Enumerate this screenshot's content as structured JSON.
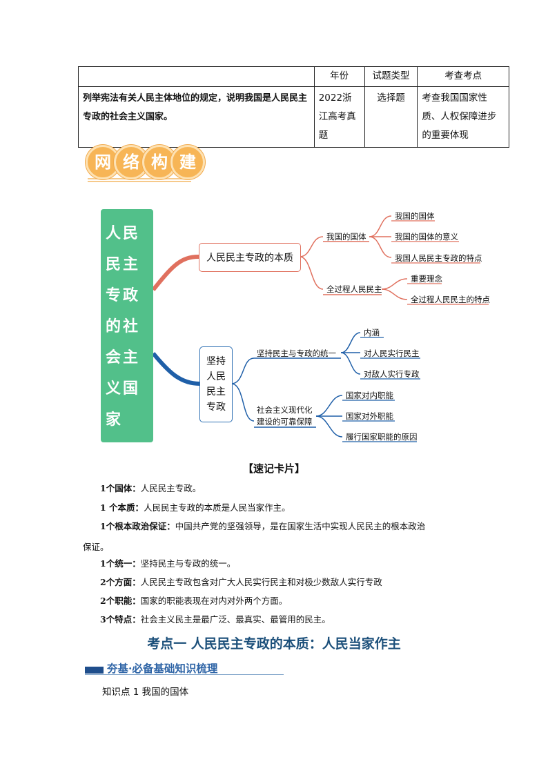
{
  "table": {
    "headers": [
      "",
      "年份",
      "试题类型",
      "考查考点"
    ],
    "row": {
      "requirement": "列举宪法有关人民主体地位的规定，说明我国是人民民主专政的社会主义国家。",
      "year": "2022浙江高考真题",
      "type": "选择题",
      "point": "考查我国国家性质、人权保障进步的重要体现"
    }
  },
  "banner": {
    "chars": [
      "网",
      "络",
      "构",
      "建"
    ]
  },
  "mindmap": {
    "root": [
      "人民",
      "民主",
      "专政",
      "的社",
      "会主",
      "义国",
      "家"
    ],
    "branch1": {
      "label": "人民民主专政的本质",
      "groups": [
        {
          "label": "我国的国体",
          "leaves": [
            "我国的国体",
            "我国的国体的意义",
            "我国人民民主专政的特点"
          ]
        },
        {
          "label": "全过程人民民主",
          "leaves": [
            "重要理念",
            "全过程人民民主的特点"
          ]
        }
      ]
    },
    "branch2": {
      "label_lines": [
        "坚持",
        "人民",
        "民主",
        "专政"
      ],
      "groups": [
        {
          "label": "坚持民主与专政的统一",
          "leaves": [
            "内涵",
            "对人民实行民主",
            "对敌人实行专政"
          ]
        },
        {
          "label_lines": [
            "社会主义现代化",
            "建设的可靠保障"
          ],
          "leaves": [
            "国家对内职能",
            "国家对外职能",
            "履行国家职能的原因"
          ]
        }
      ]
    }
  },
  "flashcard": {
    "title": "【速记卡片】",
    "items": [
      {
        "key": "1个国体：",
        "text": "人民民主专政。"
      },
      {
        "key": "1 个本质：",
        "text": "人民民主专政的本质是人民当家作主。"
      },
      {
        "key": "1个根本政治保证：",
        "text": "中国共产党的坚强领导，是在国家生活中实现人民民主的根本政治",
        "cont": "保证。"
      },
      {
        "key": "1个统一：",
        "text": "坚持民主与专政的统一。"
      },
      {
        "key": "2个方面：",
        "text": "人民民主专政包含对广大人民实行民主和对极少数敌人实行专政"
      },
      {
        "key": "2个职能：",
        "text": "国家的职能表现在对内对外两个方面。"
      },
      {
        "key": "3个特点：",
        "text": "社会主义民主是最广泛、最真实、最管用的民主。"
      }
    ]
  },
  "section": {
    "title": "考点一 人民民主专政的本质：人民当家作主",
    "subtitle": "夯基·必备基础知识梳理",
    "knowledge_point": "知识点 1  我国的国体"
  },
  "colors": {
    "root": "#52c08a",
    "branch1": "#e0705e",
    "branch2": "#2d6fb3",
    "section_title": "#1b4f7a"
  }
}
